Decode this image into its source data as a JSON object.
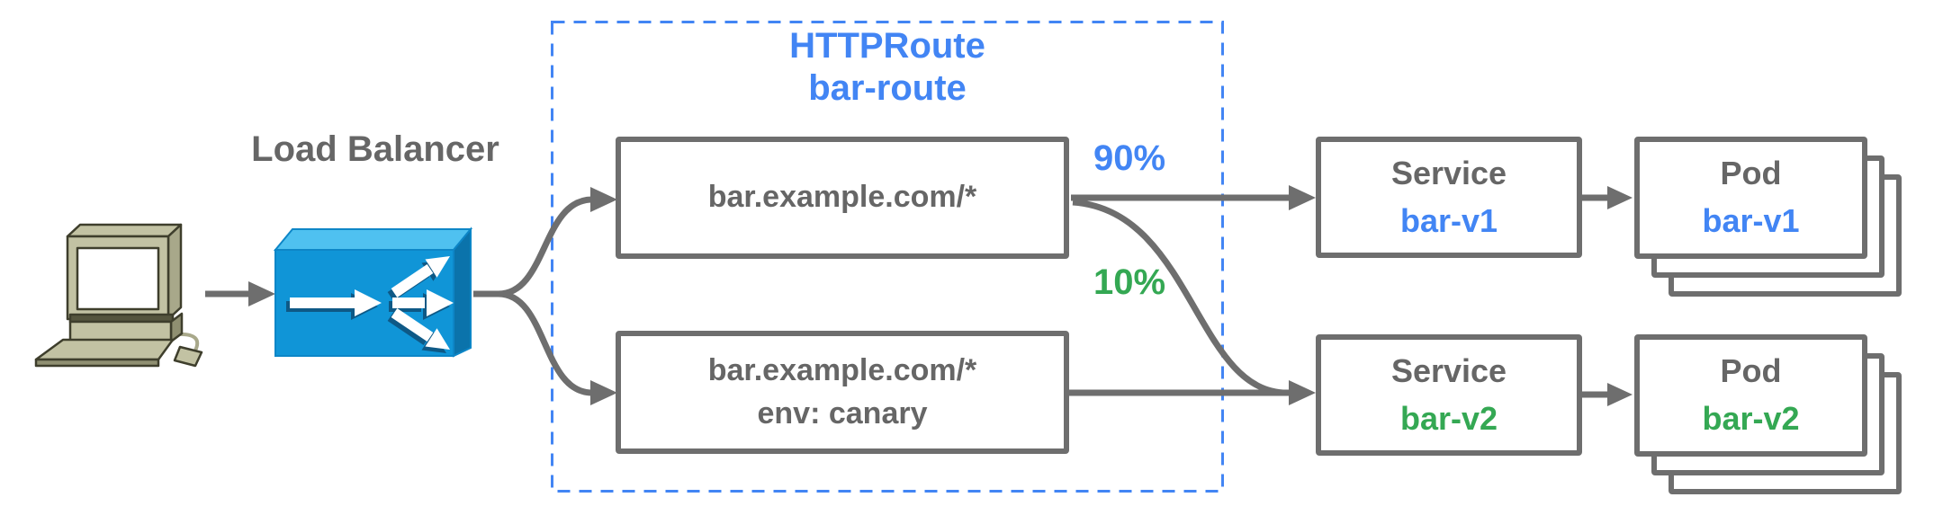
{
  "diagram": {
    "client": {
      "icon": "desktop-computer-icon"
    },
    "load_balancer": {
      "label": "Load Balancer",
      "icon": "load-balancer-icon"
    },
    "httproute_group": {
      "title_lines": [
        "HTTPRoute",
        "bar-route"
      ],
      "border_color": "#4285f4"
    },
    "routes": [
      {
        "lines": [
          "bar.example.com/*"
        ]
      },
      {
        "lines": [
          "bar.example.com/*",
          "env: canary"
        ]
      }
    ],
    "weights": [
      {
        "label": "90%",
        "color": "#4285f4"
      },
      {
        "label": "10%",
        "color": "#34a853"
      }
    ],
    "services": [
      {
        "kind": "Service",
        "name": "bar-v1",
        "name_color": "#4285f4"
      },
      {
        "kind": "Service",
        "name": "bar-v2",
        "name_color": "#34a853"
      }
    ],
    "pods": [
      {
        "kind": "Pod",
        "name": "bar-v1",
        "name_color": "#4285f4"
      },
      {
        "kind": "Pod",
        "name": "bar-v2",
        "name_color": "#34a853"
      }
    ],
    "colors": {
      "text_gray": "#666666",
      "line_gray": "#6e6e6e",
      "blue": "#4285f4",
      "green": "#34a853",
      "lb_front": "#1095d7",
      "lb_top": "#4fc1f0",
      "lb_side": "#0b73ab",
      "computer_body": "#c2c2a3",
      "computer_outline": "#3e3e2c"
    }
  }
}
